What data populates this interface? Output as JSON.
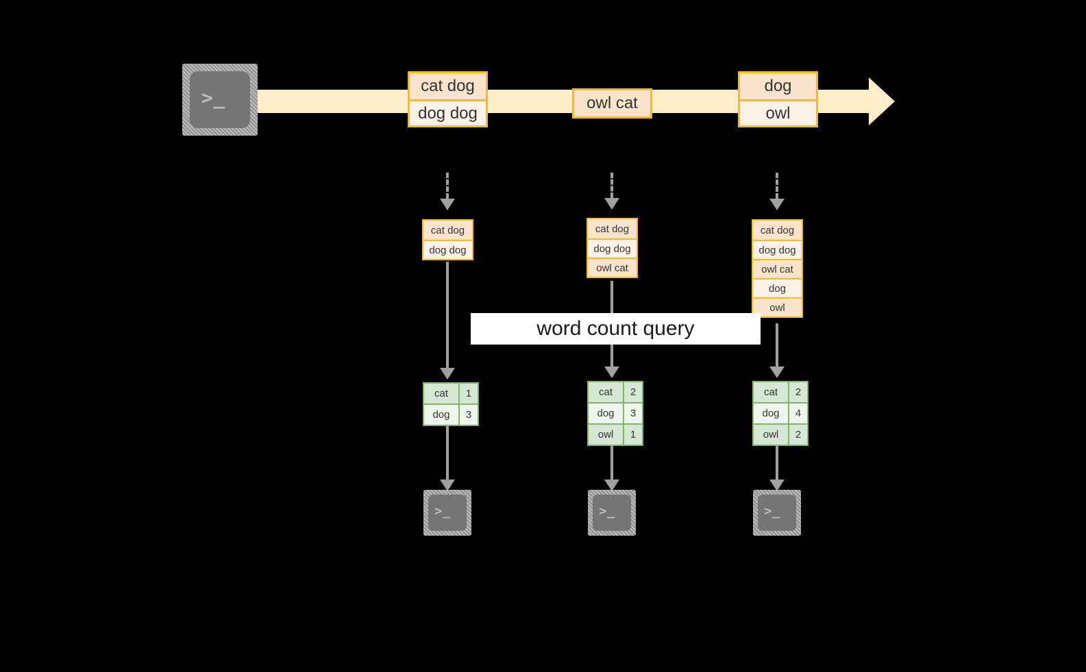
{
  "diagram": {
    "title_label": "word count query",
    "colors": {
      "background": "#000000",
      "stream_fill": "#fdeec9",
      "record_border": "#ffb914",
      "record_fill_dark": "#fae5cc",
      "record_fill_light": "#fdf2e7",
      "table_border": "#82b366",
      "table_fill_dark": "#d5e8d4",
      "table_fill_light": "#eef5ec",
      "connector": "#a0a0a0",
      "terminal_fill": "#757575",
      "label_bg": "#ffffff"
    },
    "source": {
      "icon": "terminal-icon",
      "prompt_glyph": ">_"
    },
    "stream_records": [
      {
        "name": "batch-1",
        "lines": [
          "cat dog",
          "dog dog"
        ]
      },
      {
        "name": "batch-2",
        "lines": [
          "owl cat"
        ]
      },
      {
        "name": "batch-3",
        "lines": [
          "dog",
          "owl"
        ]
      }
    ],
    "accumulated_states": [
      {
        "name": "state-1",
        "lines": [
          "cat dog",
          "dog dog"
        ]
      },
      {
        "name": "state-2",
        "lines": [
          "cat dog",
          "dog dog",
          "owl cat"
        ]
      },
      {
        "name": "state-3",
        "lines": [
          "cat dog",
          "dog dog",
          "owl cat",
          "dog",
          "owl"
        ]
      }
    ],
    "results": [
      {
        "name": "result-1",
        "rows": [
          {
            "word": "cat",
            "count": "1"
          },
          {
            "word": "dog",
            "count": "3"
          }
        ]
      },
      {
        "name": "result-2",
        "rows": [
          {
            "word": "cat",
            "count": "2"
          },
          {
            "word": "dog",
            "count": "3"
          },
          {
            "word": "owl",
            "count": "1"
          }
        ]
      },
      {
        "name": "result-3",
        "rows": [
          {
            "word": "cat",
            "count": "2"
          },
          {
            "word": "dog",
            "count": "4"
          },
          {
            "word": "owl",
            "count": "2"
          }
        ]
      }
    ],
    "sinks": [
      {
        "name": "sink-1",
        "icon": "terminal-icon",
        "prompt_glyph": ">_"
      },
      {
        "name": "sink-2",
        "icon": "terminal-icon",
        "prompt_glyph": ">_"
      },
      {
        "name": "sink-3",
        "icon": "terminal-icon",
        "prompt_glyph": ">_"
      }
    ]
  }
}
